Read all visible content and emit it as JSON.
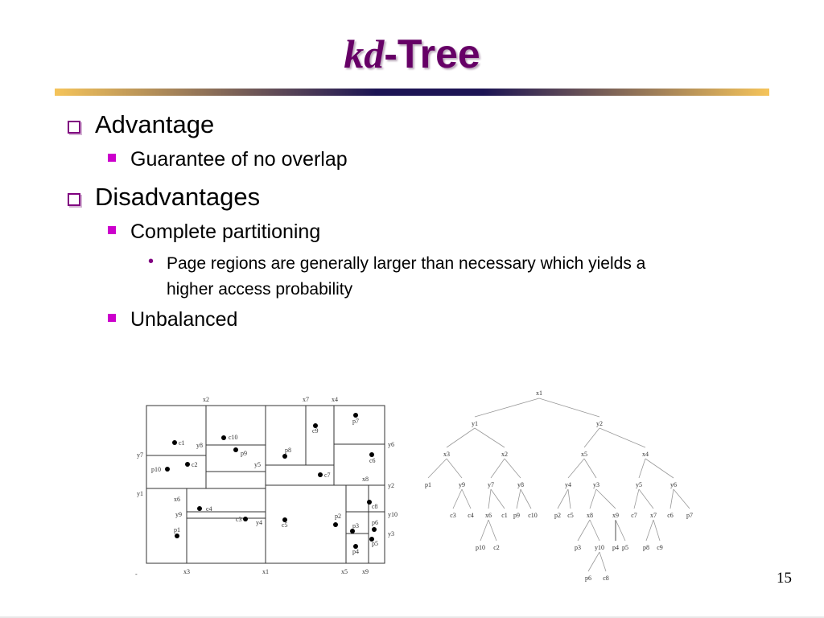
{
  "slide": {
    "title_kd": "kd",
    "title_rest": "-Tree",
    "page_number": "15",
    "accent_colors": {
      "title": "#660066",
      "bullet": "#800080",
      "sub_bullet": "#cc00cc"
    }
  },
  "outline": {
    "advantage": "Advantage",
    "advantage_sub": "Guarantee of no overlap",
    "disadvantages": "Disadvantages",
    "disadv_sub1": "Complete partitioning",
    "disadv_sub1_detail_line1": "Page regions are generally larger than necessary which yields a",
    "disadv_sub1_detail_line2": "higher access probability",
    "disadv_sub2": "Unbalanced"
  },
  "partition_labels": {
    "x2": "x2",
    "x7": "x7",
    "x4": "x4",
    "y7": "y7",
    "y1": "y1",
    "y6": "y6",
    "y2": "y2",
    "y10": "y10",
    "y3": "y3",
    "y8": "y8",
    "y5": "y5",
    "x8": "x8",
    "x6": "x6",
    "y9": "y9",
    "y4": "y4",
    "x3": "x3",
    "x1": "x1",
    "x5": "x5",
    "x9": "x9",
    "c1": "c1",
    "c2": "c2",
    "c3": "c3",
    "c4": "c4",
    "c5": "c5",
    "c6": "c6",
    "c7": "c7",
    "c8": "c8",
    "c9": "c9",
    "c10": "c10",
    "p1": "p1",
    "p2": "p2",
    "p3": "p3",
    "p4": "p4",
    "p5": "p5",
    "p6": "p6",
    "p7": "p7",
    "p8": "p8",
    "p9": "p9",
    "p10": "p10",
    "corner": "-"
  },
  "tree": {
    "root": "x1",
    "level1": [
      "y1",
      "y2"
    ],
    "level2": [
      "x3",
      "x2",
      "x5",
      "x4"
    ],
    "level3": [
      "p1",
      "y9",
      "y7",
      "y8",
      "y4",
      "y3",
      "y5",
      "y6"
    ],
    "level4": [
      "c3",
      "c4",
      "x6",
      "c1",
      "p9",
      "c10",
      "p2",
      "c5",
      "x8",
      "x9",
      "c7",
      "x7",
      "c6",
      "p7"
    ],
    "level5": [
      "p10",
      "c2",
      "p3",
      "y10",
      "p4",
      "p5",
      "p8",
      "c9"
    ],
    "level6": [
      "p6",
      "c8"
    ]
  }
}
